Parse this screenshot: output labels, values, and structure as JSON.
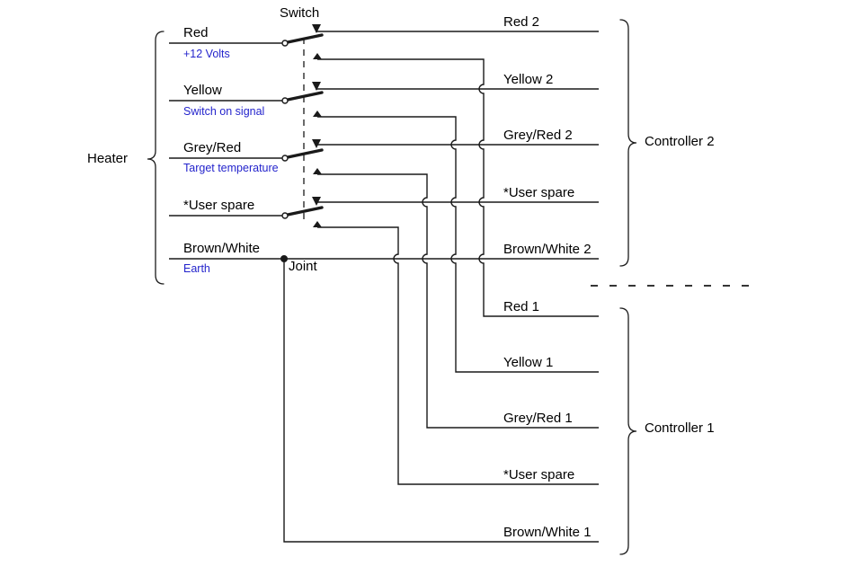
{
  "diagram": {
    "switch_label": "Switch",
    "joint_label": "Joint"
  },
  "heater": {
    "label": "Heater",
    "wires": [
      {
        "name": "Red",
        "function": "+12 Volts"
      },
      {
        "name": "Yellow",
        "function": "Switch on signal"
      },
      {
        "name": "Grey/Red",
        "function": "Target temperature"
      },
      {
        "name": "*User spare"
      },
      {
        "name": "Brown/White",
        "function": "Earth"
      }
    ]
  },
  "controller2": {
    "label": "Controller 2",
    "wires": [
      "Red 2",
      "Yellow 2",
      "Grey/Red 2",
      "*User spare",
      "Brown/White 2"
    ]
  },
  "controller1": {
    "label": "Controller 1",
    "wires": [
      "Red 1",
      "Yellow 1",
      "Grey/Red 1",
      "*User spare",
      "Brown/White 1"
    ]
  },
  "colors": {
    "wire": "#1a1a1a",
    "label_text": "#000000",
    "function_text": "#2424cc",
    "background": "#ffffff"
  }
}
